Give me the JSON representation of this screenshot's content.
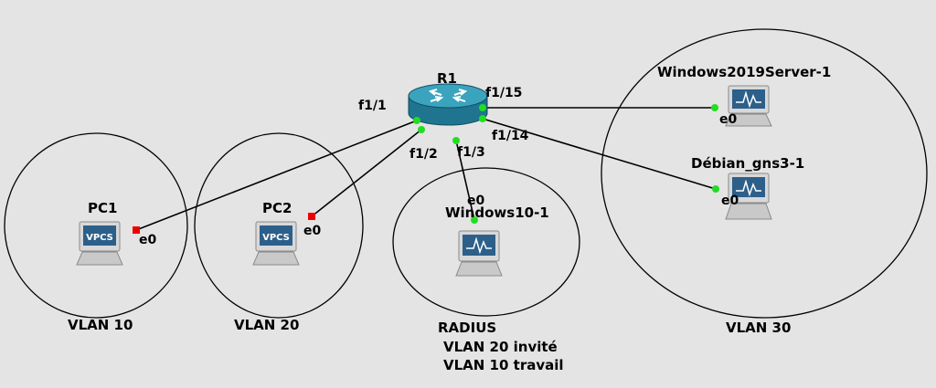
{
  "colors": {
    "background": "#e4e4e4",
    "link": "#000000",
    "port_up": "#22dd22",
    "port_down": "#ee0000",
    "router_body": "#2d8fa8",
    "screen": "#2c5f8a"
  },
  "router": {
    "name": "R1",
    "icon": "router-icon"
  },
  "interfaces": {
    "f1_1": "f1/1",
    "f1_2": "f1/2",
    "f1_3": "f1/3",
    "f1_14": "f1/14",
    "f1_15": "f1/15"
  },
  "nodes": {
    "pc1": {
      "name": "PC1",
      "port": "e0",
      "badge": "VPCS",
      "status": "down"
    },
    "pc2": {
      "name": "PC2",
      "port": "e0",
      "badge": "VPCS",
      "status": "down"
    },
    "win10": {
      "name": "Windows10-1",
      "port": "e0",
      "status": "up"
    },
    "win2019": {
      "name": "Windows2019Server-1",
      "port": "e0",
      "status": "up"
    },
    "debian": {
      "name": "Débian_gns3-1",
      "port": "e0",
      "status": "up"
    }
  },
  "zones": {
    "vlan10": "VLAN 10",
    "vlan20": "VLAN 20",
    "radius_title": "RADIUS",
    "radius_line1": "VLAN 20 invité",
    "radius_line2": "VLAN 10 travail",
    "vlan30": "VLAN 30"
  }
}
